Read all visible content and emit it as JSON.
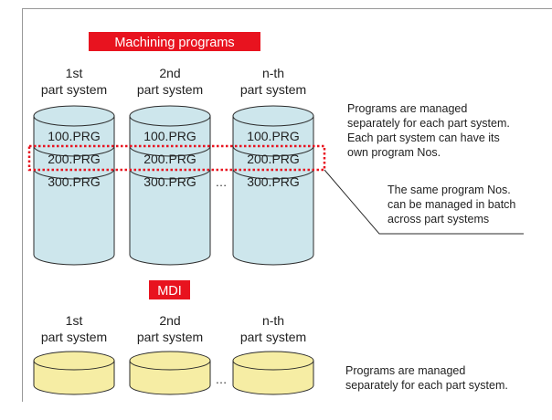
{
  "machining": {
    "badge": "Machining programs",
    "systems": [
      {
        "ordinal": "1st",
        "label": "part system",
        "programs": [
          "100.PRG",
          "200.PRG",
          "300.PRG"
        ]
      },
      {
        "ordinal": "2nd",
        "label": "part system",
        "programs": [
          "100.PRG",
          "200.PRG",
          "300.PRG"
        ]
      },
      {
        "ordinal": "n-th",
        "label": "part system",
        "programs": [
          "100.PRG",
          "200.PRG",
          "300.PRG"
        ]
      }
    ],
    "ellipsis": "…",
    "note_lines": [
      "Programs are managed",
      "separately for each part system.",
      "Each part system can have its",
      "own program Nos."
    ],
    "callout_lines": [
      "The same program Nos.",
      "can be managed in batch",
      "across part systems"
    ]
  },
  "mdi": {
    "badge": "MDI",
    "systems": [
      {
        "ordinal": "1st",
        "label": "part system"
      },
      {
        "ordinal": "2nd",
        "label": "part system"
      },
      {
        "ordinal": "n-th",
        "label": "part system"
      }
    ],
    "ellipsis": "…",
    "note_lines": [
      "Programs are managed",
      "separately for each part system."
    ]
  },
  "colors": {
    "badge_bg": "#e8131f",
    "badge_text": "#ffffff",
    "program_fill": "#cde6ec",
    "mdi_fill": "#f6eda4",
    "stroke": "#2b2b2b",
    "highlight": "#e8131f",
    "frame": "#999999"
  }
}
